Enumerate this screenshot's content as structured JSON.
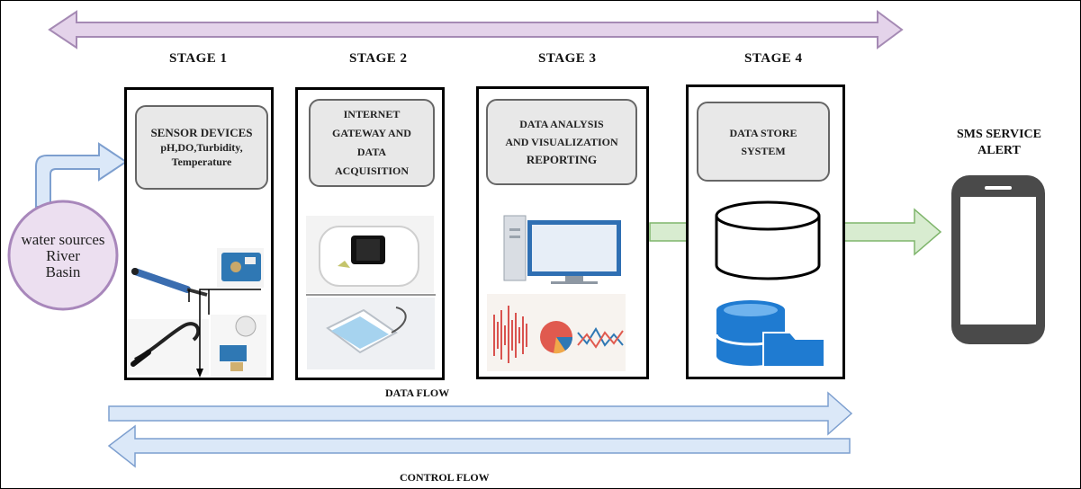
{
  "stages": [
    {
      "label": "STAGE 1",
      "title_lines": [
        "SENSOR DEVICES",
        "pH,DO,Turbidity,",
        "Temperature"
      ]
    },
    {
      "label": "STAGE 2",
      "title_lines": [
        "INTERNET",
        "GATEWAY AND",
        "DATA",
        "ACQUISITION"
      ]
    },
    {
      "label": "STAGE 3",
      "title_lines": [
        "DATA ANALYSIS",
        "AND VISUALIZATION",
        "REPORTING"
      ]
    },
    {
      "label": "STAGE 4",
      "title_lines": [
        "DATA STORE",
        "SYSTEM"
      ]
    }
  ],
  "source": {
    "lines": [
      "water sources",
      "River",
      "Basin"
    ]
  },
  "sms": {
    "lines": [
      "SMS SERVICE",
      "ALERT"
    ]
  },
  "flows": {
    "data_flow": "DATA FLOW",
    "control_flow": "CONTROL FLOW"
  },
  "colors": {
    "top_arrow_fill": "#e4d3ea",
    "top_arrow_stroke": "#a58ab4",
    "flow_arrow_fill": "#dbe8f8",
    "flow_arrow_stroke": "#7d9fcf",
    "output_arrow_fill": "#d8ecd0",
    "output_arrow_stroke": "#7fb56c",
    "circle_fill": "#ecdff0",
    "circle_stroke": "#a887bb",
    "phone": "#4a4a4a",
    "db_blue": "#1f7bd1"
  },
  "icons": [
    "double-arrow-icon",
    "sensor-probe-icon",
    "sensor-board-icon",
    "mobile-wifi-router-icon",
    "external-hard-drive-icon",
    "desktop-computer-icon",
    "analytics-charts-icon",
    "database-cylinder-icon",
    "database-storage-icon",
    "smartphone-icon"
  ]
}
